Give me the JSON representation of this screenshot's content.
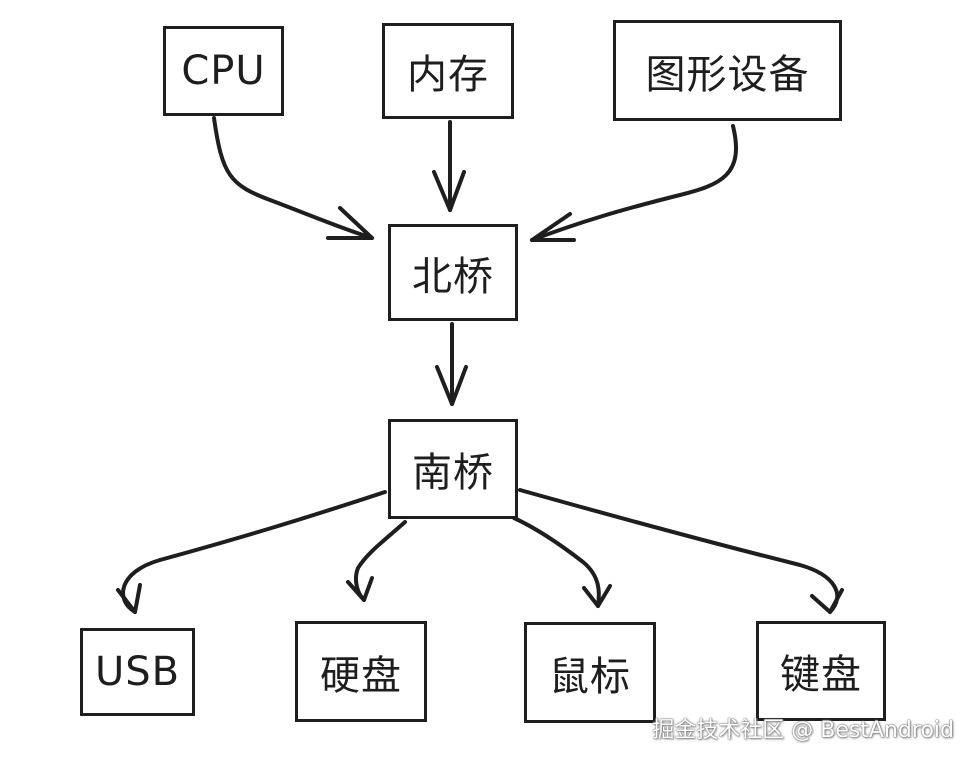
{
  "nodes": {
    "cpu": "CPU",
    "memory": "内存",
    "graphics": "图形设备",
    "north_bridge": "北桥",
    "south_bridge": "南桥",
    "usb": "USB",
    "hard_disk": "硬盘",
    "mouse": "鼠标",
    "keyboard": "键盘"
  },
  "watermark": "掘金技术社区 @ BestAndroid"
}
